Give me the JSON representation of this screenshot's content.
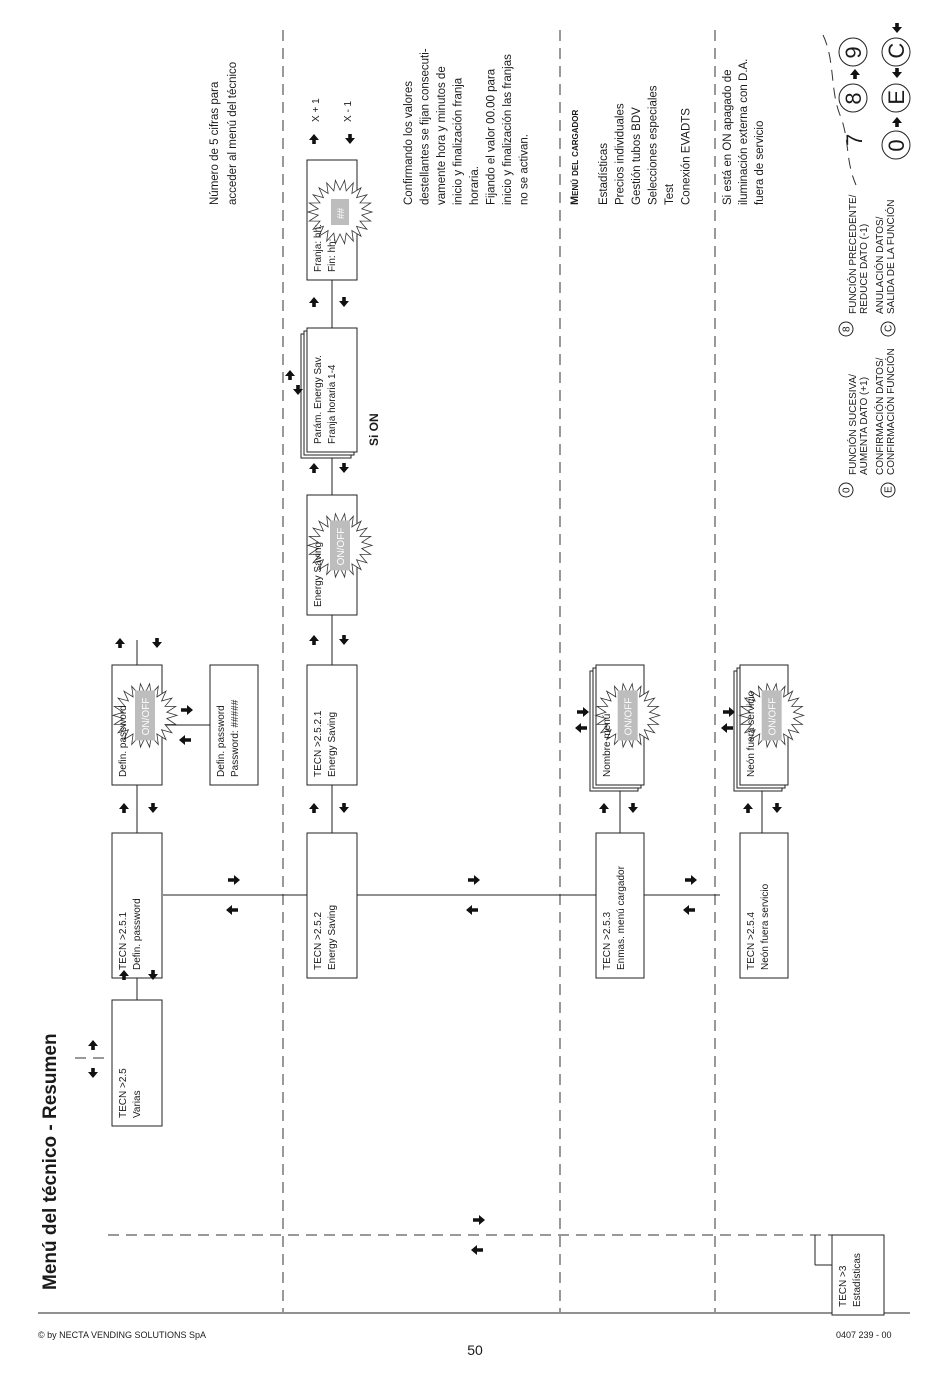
{
  "title": "Menú del técnico - Resumen",
  "footer": {
    "copyright": "© by NECTA VENDING SOLUTIONS SpA",
    "page_number": "50",
    "doc_code": "0407 239 - 00"
  },
  "boxes": {
    "b25": [
      "TECN >2.5",
      "Varias"
    ],
    "b251": [
      "TECN >2.5.1",
      "Defin. password"
    ],
    "b251a": [
      "Defin. password",
      "ON/OFF"
    ],
    "b251b": [
      "Defin. password",
      "Password: #####"
    ],
    "b252": [
      "TECN >2.5.2",
      "Energy Saving"
    ],
    "b2521": [
      "TECN >2.5.2.1",
      "Energy Saving"
    ],
    "b2521a": [
      "Energy Saving",
      "ON/OFF"
    ],
    "b2521b": [
      "Parám. Energy Sav.",
      "Franja horaria 1-4"
    ],
    "b2521c": [
      "Franja: hh:",
      "Fin: hh:",
      "##"
    ],
    "b253": [
      "TECN >2.5.3",
      "Enmas. menú cargador"
    ],
    "b253a": [
      "Nombre menú",
      "ON/OFF"
    ],
    "b254": [
      "TECN >2.5.4",
      "Neón fuera servicio"
    ],
    "b254a": [
      "Neón fuera servicio",
      "ON/OFF"
    ],
    "b3": [
      "TECN >3",
      "Estadísticas"
    ]
  },
  "labels": {
    "si_on": "Si ON",
    "x_plus": "X + 1",
    "x_minus": "X - 1"
  },
  "notes": {
    "password": [
      "Número de 5 cifras para",
      "acceder al menú del técnico"
    ],
    "franjas": [
      "Confirmando los valores",
      "destellantes se fijan consecuti-",
      "vamente hora y minutos de",
      "inicio y finalización franja",
      "horaria.",
      "Fijando el valor 00.00 para",
      "inicio y finalización las franjas",
      "no se activan."
    ],
    "cargador_title": "Menú del cargador",
    "cargador_items": [
      "Estadísticas",
      "Precios individuales",
      "Gestión tubos BDV",
      "Selecciones especiales",
      "Test",
      "Conexión EVADTS"
    ],
    "neon": [
      "Si está en ON apagado de",
      "iluminación externa con D.A.",
      "fuera de servicio"
    ]
  },
  "legend": {
    "k0": [
      "FUNCIÓN SUCESIVA/",
      "AUMENTA DATO (+1)"
    ],
    "k8": [
      "FUNCIÓN PRECEDENTE/",
      "REDUCE DATO (-1)"
    ],
    "kE": [
      "CONFIRMACIÓN DATOS/",
      "CONFIRMACIÓN FUNCIÓN"
    ],
    "kC": [
      "ANULACIÓN DATOS/",
      "SALIDA DE LA FUNCIÓN"
    ],
    "keys": [
      "0",
      "8",
      "E",
      "C",
      "7",
      "9"
    ]
  }
}
